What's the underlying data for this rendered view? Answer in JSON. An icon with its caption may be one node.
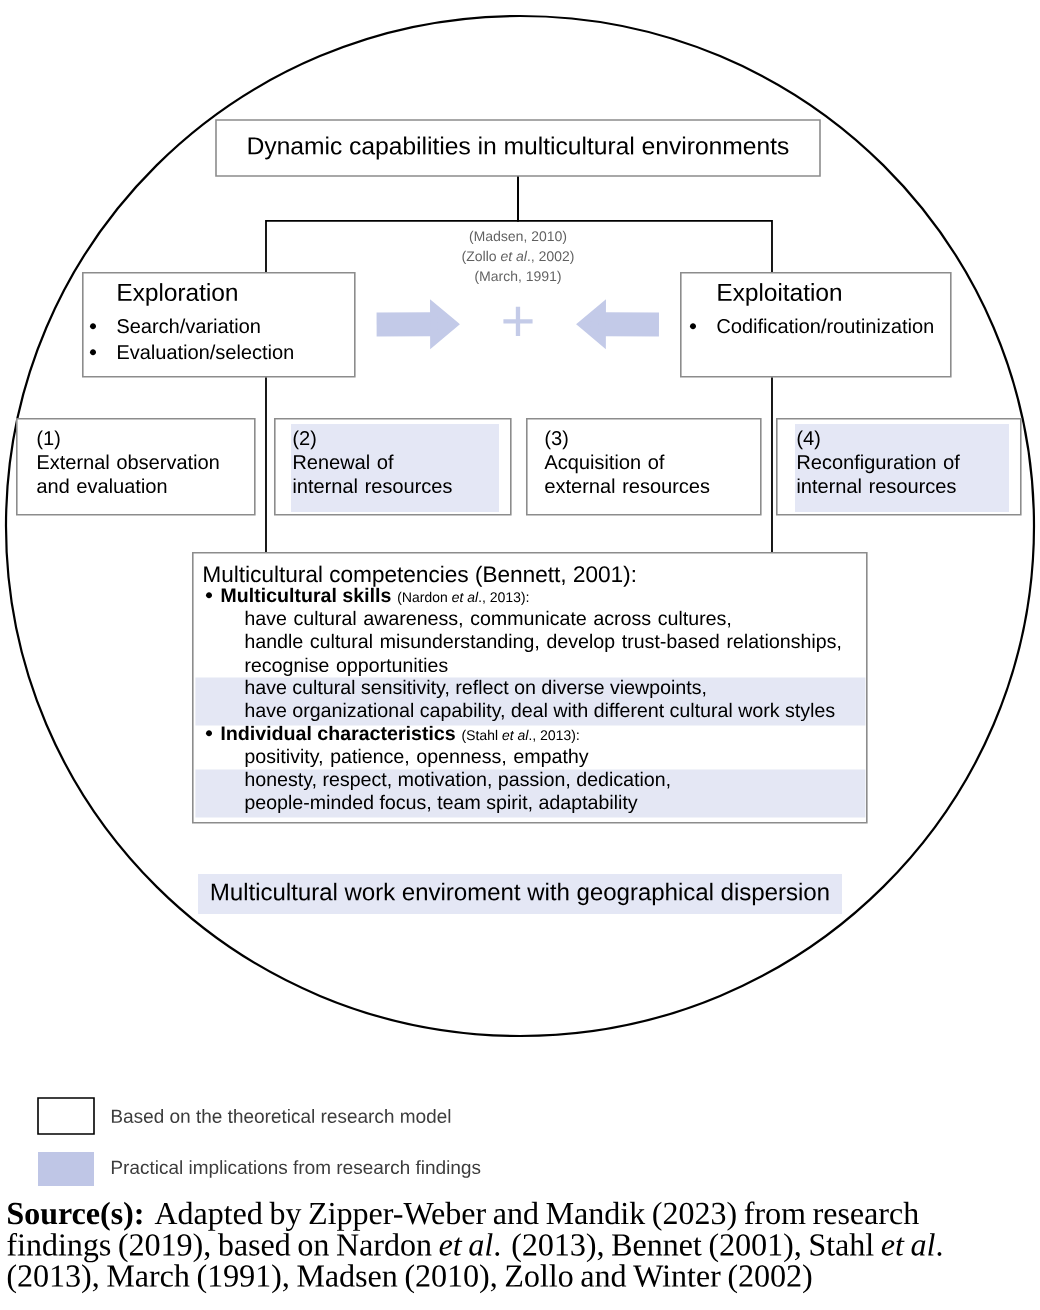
{
  "diagram": {
    "caption": "**Source(s):** Adapted by Zipper-Weber and Mandik (2023) from research findings (2019), based on Nardon *et al*. (2013), Bennet (2001), Stahl *et al*. (2013), March (1991), Madsen (2010), Zollo and Winter (2002)",
    "nodes": [
      {
        "text": [
          "Multicultural work enviroment with geographical dispersion"
        ]
      },
      {
        "text": [
          "Dynamic capabilities in multicultural environments"
        ],
        "in": 0
      },
      {
        "text": [
          "Exploration",
          "Search/variation",
          "Evaluation/selection"
        ],
        "in": 0
      },
      {
        "text": [
          "+"
        ],
        "in": 0
      },
      {
        "text": [
          "Exploitation",
          "Codification/routinization"
        ],
        "in": 0
      },
      {
        "text": [
          "(1)",
          "External observation and evaluation"
        ],
        "in": 0
      },
      {
        "text": [
          "(2)",
          "Renewal of internal resources"
        ],
        "in": 0
      },
      {
        "text": [
          "(3)",
          "Acquisition of external resources"
        ],
        "in": 0
      },
      {
        "text": [
          "(4)",
          "Reconfiguration of internal resources"
        ],
        "in": 0
      },
      {
        "text": [
          "Multicultural competencies (Bennett, 2001):",
          "Multicultural skills",
          "(Nardon *et al*., 2013):",
          "have cultural awareness, communicate across cultures,",
          "handle cultural misunderstanding, develop trust-based relationships, recognise opportunities",
          "Individual characteristics",
          "(Stahl *et al*., 2013):",
          "positivity, patience, openness, empathy"
        ],
        "in": 0
      },
      {
        "text": [
          "have cultural sensitivity, reflect on diverse viewpoints,",
          "have organizational capability, deal with different cultural work styles"
        ],
        "in": 9
      },
      {
        "text": [
          "honesty, respect, motivation, passion, dedication,",
          "people-minded focus, team spirit, adaptability"
        ],
        "in": 9
      }
    ],
    "edges": [
      {
        "from": 1,
        "to": 2,
        "arrow": "none"
      },
      {
        "from": 1,
        "to": 4,
        "arrow": "none"
      },
      {
        "from": 2,
        "to": 9,
        "arrow": "none"
      },
      {
        "from": 4,
        "to": 9,
        "arrow": "none"
      },
      {
        "from": 2,
        "to": 3,
        "arrow": "to",
        "style": "thick",
        "color": "#c3cae8"
      },
      {
        "from": 4,
        "to": 3,
        "arrow": "to",
        "style": "thick",
        "color": "#c3cae8"
      }
    ],
    "labels": [
      "(Madsen, 2010)",
      "(Zollo *et al*., 2002)",
      "(March, 1991)"
    ],
    "legend": [
      {
        "text": "Based on the theoretical research model"
      },
      {
        "text": "Practical implications from research findings",
        "color": "#bfc6e6"
      }
    ]
  }
}
